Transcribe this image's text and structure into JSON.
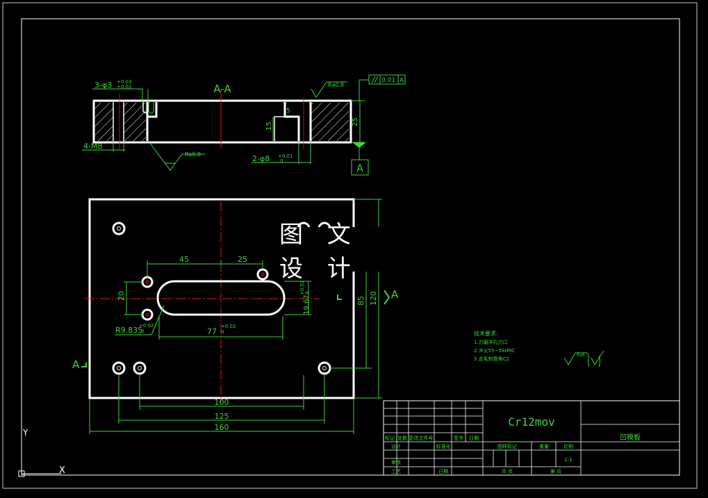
{
  "section_label": "A-A",
  "datum_label": "A",
  "arrow_label": "A",
  "side_label": "A",
  "watermark": "图 文 设 计",
  "section_view": {
    "hole_callout": "3-φ3",
    "hole_tol_upper": "+0.03",
    "hole_tol_lower": "+0.02",
    "thread_callout": "4-M8",
    "pin_callout": "2-φ8",
    "pin_tol_upper": "+0.01",
    "pin_tol_lower": "0",
    "roughness_top": "Ra0.8",
    "roughness_bottom": "Ra0.8",
    "depth_dim": "15",
    "height_dim": "25",
    "small_dim": "5",
    "parallel_tol_value": "0.01",
    "parallel_tol_datum": "A"
  },
  "plan_view": {
    "dim_45": "45",
    "dim_25": "25",
    "dim_20": "20",
    "slot_radius": "R9.835",
    "slot_radius_tol_upper": "+0.02",
    "slot_radius_tol_lower": "0",
    "slot_length": "77",
    "slot_length_tol_upper": "+0.02",
    "slot_length_tol_lower": "0",
    "slot_width": "19.67",
    "slot_width_tol_upper": "+0.02",
    "slot_width_tol_lower": "0",
    "dim_85": "85",
    "dim_120": "120",
    "dim_100": "100",
    "dim_125": "125",
    "dim_160": "160"
  },
  "tech_notes": {
    "title": "技术要求:",
    "line1": "1.刃磨冲孔刃口",
    "line2": "2.淬火55~58HRC",
    "line3": "3.去毛刺倒角C2"
  },
  "roughness_symbol": "Ra6.3",
  "title_block": {
    "material": "Cr12mov",
    "part_name": "凹模板",
    "scale_label": "比例",
    "scale_value": "1:1",
    "stage_label": "图样标记",
    "weight_label": "重量",
    "sheet_total": "共 页",
    "sheet_no": "第 页",
    "header_mark": "标记",
    "header_qty": "处数",
    "header_doc": "更改文件号",
    "header_sign": "签字",
    "header_date": "日期",
    "designer": "设计",
    "standard": "标准化",
    "checker": "审核",
    "process": "工艺",
    "date": "日期"
  },
  "ucs": {
    "y_axis": "Y",
    "x_axis": "X"
  }
}
